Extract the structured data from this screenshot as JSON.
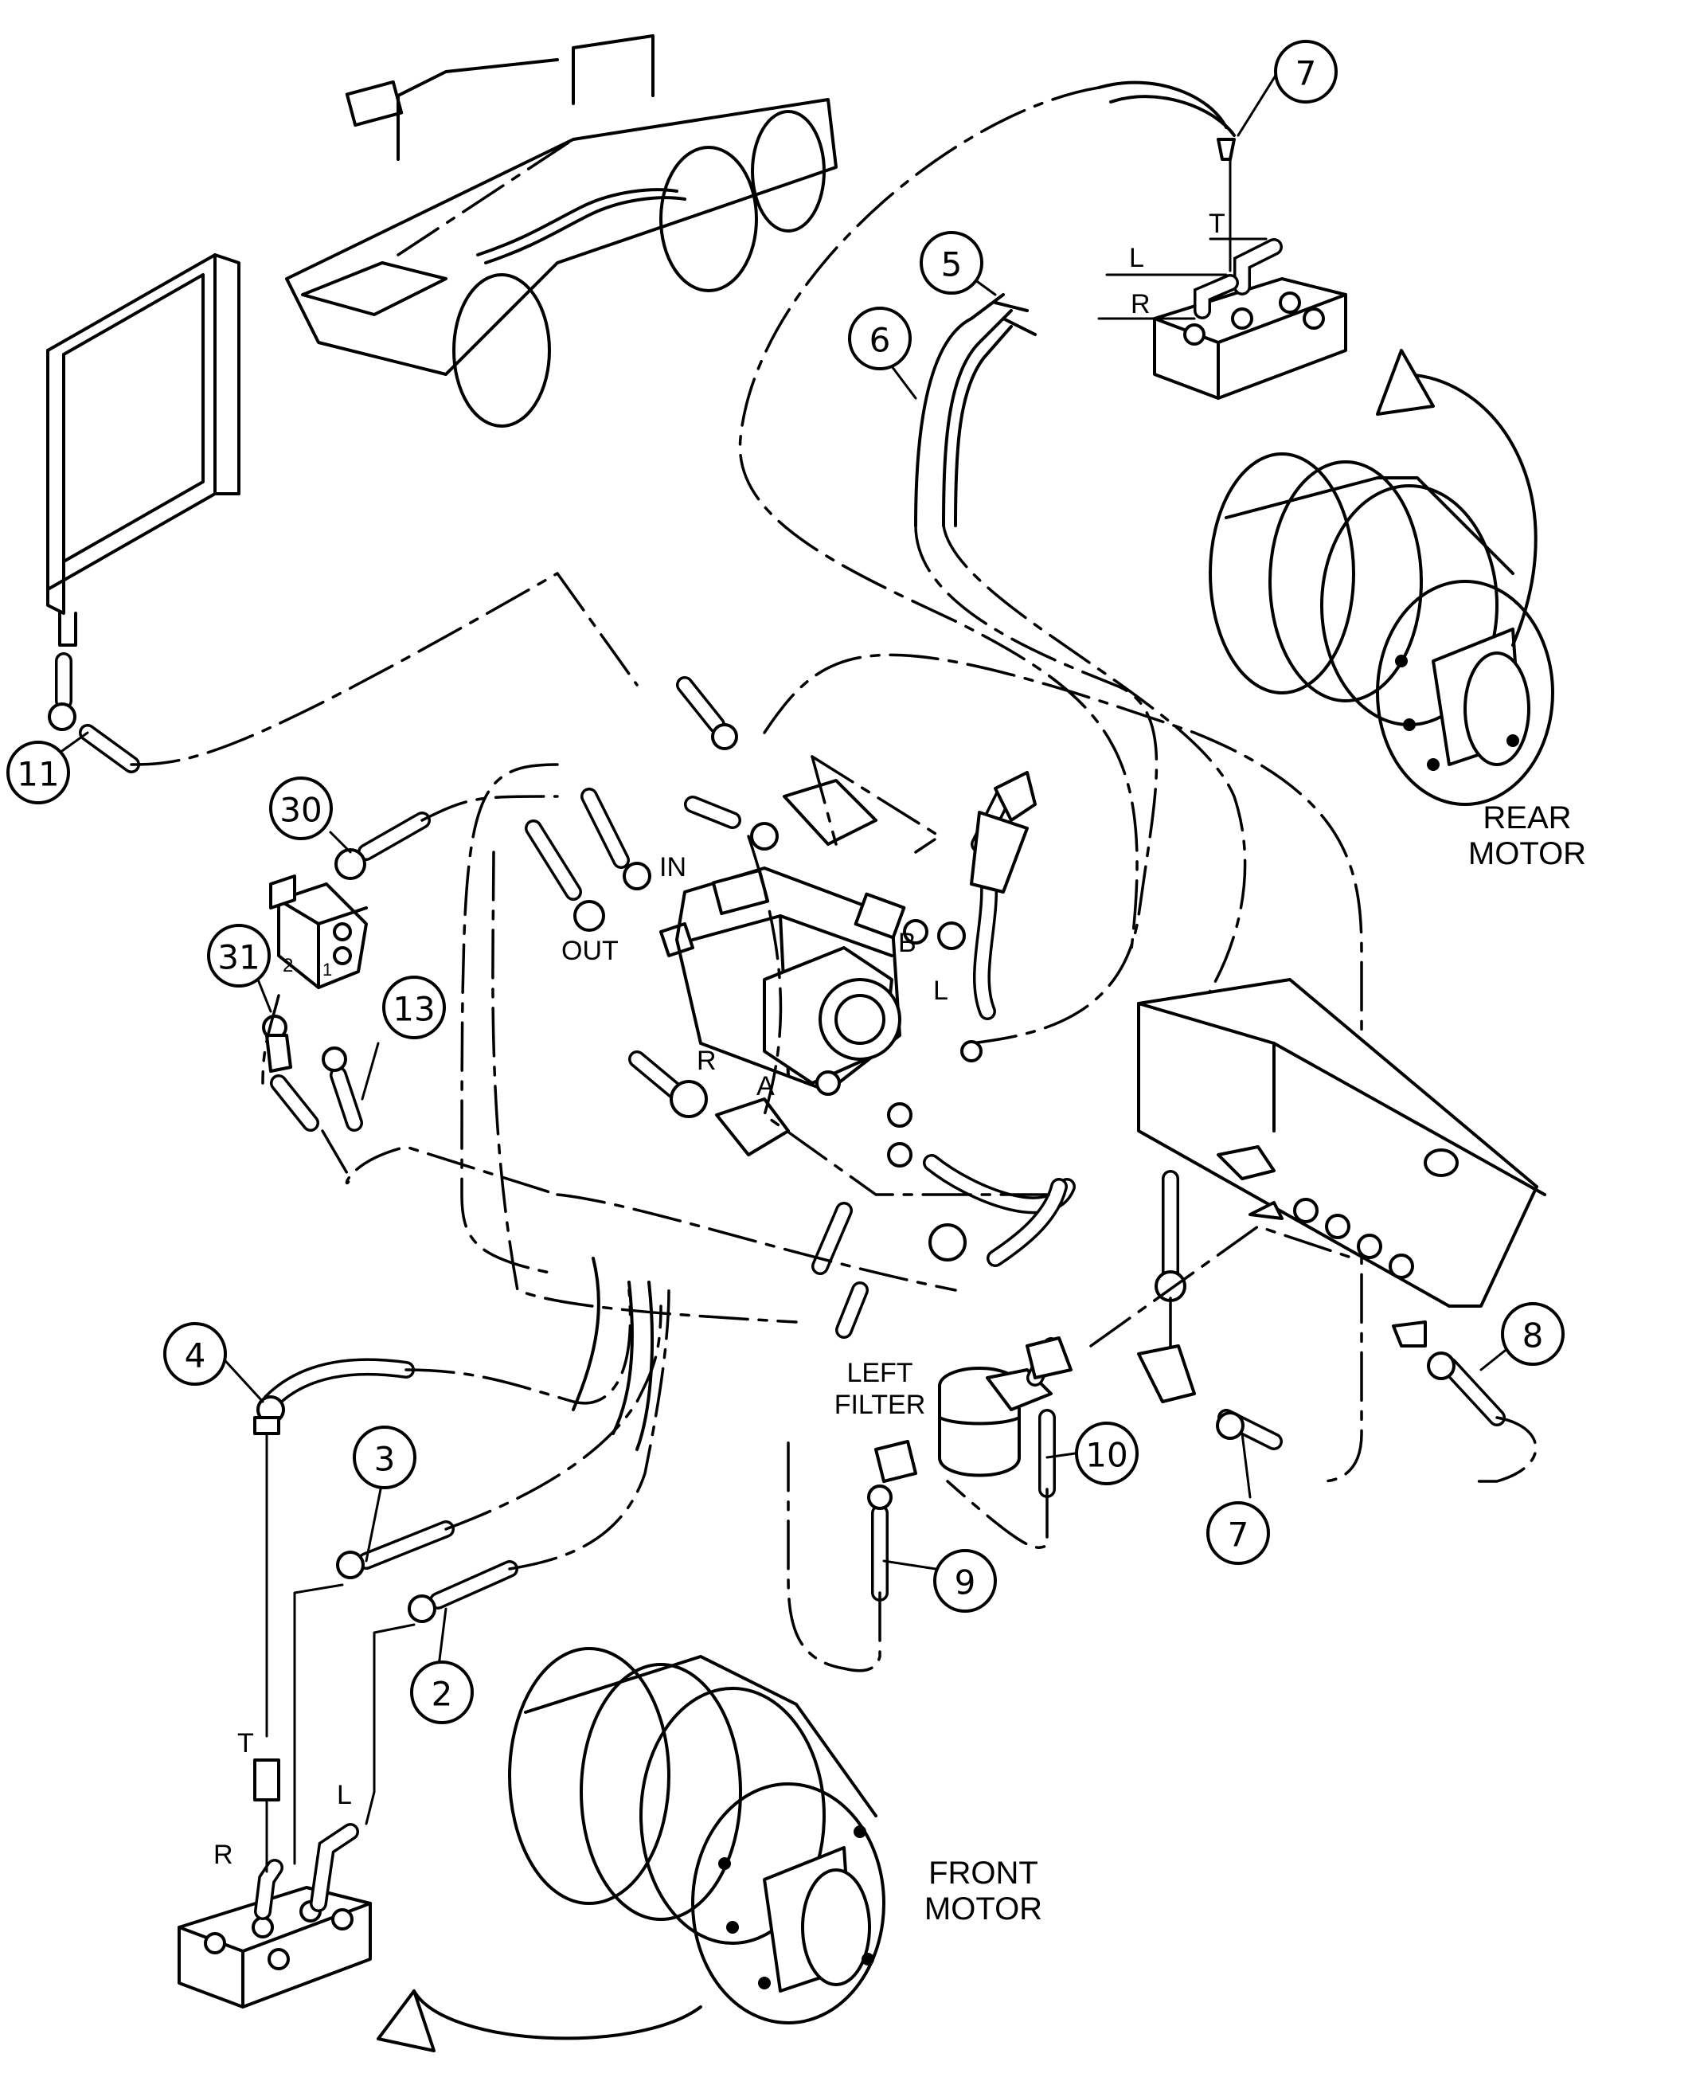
{
  "callouts": [
    {
      "id": "7a",
      "text": "7"
    },
    {
      "id": "5",
      "text": "5"
    },
    {
      "id": "6",
      "text": "6"
    },
    {
      "id": "11",
      "text": "11"
    },
    {
      "id": "30",
      "text": "30"
    },
    {
      "id": "31",
      "text": "31"
    },
    {
      "id": "13",
      "text": "13"
    },
    {
      "id": "4",
      "text": "4"
    },
    {
      "id": "3",
      "text": "3"
    },
    {
      "id": "2",
      "text": "2"
    },
    {
      "id": "9",
      "text": "9"
    },
    {
      "id": "10",
      "text": "10"
    },
    {
      "id": "7b",
      "text": "7"
    },
    {
      "id": "8",
      "text": "8"
    }
  ],
  "labels": {
    "rear_t": "T",
    "rear_l": "L",
    "rear_r": "R",
    "pump_in": "IN",
    "pump_out": "OUT",
    "pump_b": "B",
    "pump_l": "L",
    "pump_r": "R",
    "pump_a": "A",
    "valve_2": "2",
    "valve_1": "1",
    "front_t": "T",
    "front_r": "R",
    "front_l": "L",
    "rear_motor_line1": "REAR",
    "rear_motor_line2": "MOTOR",
    "front_motor_line1": "FRONT",
    "front_motor_line2": "MOTOR",
    "left_filter_line1": "LEFT",
    "left_filter_line2": "FILTER"
  }
}
